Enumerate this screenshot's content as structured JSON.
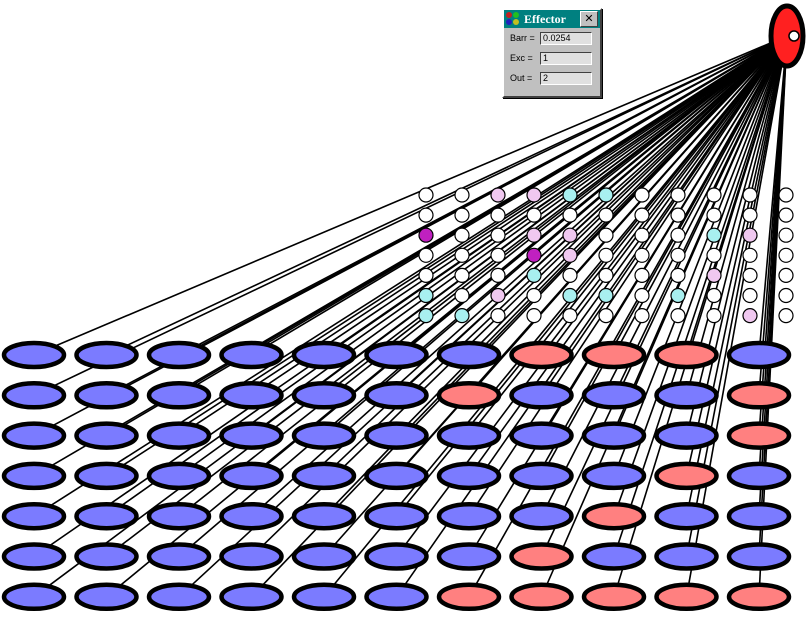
{
  "effector": {
    "title": "Effector",
    "close_label": "✕",
    "fields": [
      {
        "label": "Barr =",
        "value": "0.0254"
      },
      {
        "label": "Exc =",
        "value": "1"
      },
      {
        "label": "Out =",
        "value": "2"
      }
    ]
  },
  "colors": {
    "blue": "#7b7bff",
    "red": "#ff8080",
    "pink": "#f0c8f0",
    "magenta": "#c020c0",
    "cyan": "#a8f0f0",
    "white": "#ffffff",
    "effector_red": "#ff2020"
  },
  "output_grid": [
    [
      "b",
      "b",
      "b",
      "b",
      "b",
      "b",
      "b",
      "r",
      "r",
      "r",
      "b"
    ],
    [
      "b",
      "b",
      "b",
      "b",
      "b",
      "b",
      "r",
      "b",
      "b",
      "b",
      "r"
    ],
    [
      "b",
      "b",
      "b",
      "b",
      "b",
      "b",
      "b",
      "b",
      "b",
      "b",
      "r"
    ],
    [
      "b",
      "b",
      "b",
      "b",
      "b",
      "b",
      "b",
      "b",
      "b",
      "r",
      "b"
    ],
    [
      "b",
      "b",
      "b",
      "b",
      "b",
      "b",
      "b",
      "b",
      "r",
      "b",
      "b"
    ],
    [
      "b",
      "b",
      "b",
      "b",
      "b",
      "b",
      "b",
      "r",
      "b",
      "b",
      "b"
    ],
    [
      "b",
      "b",
      "b",
      "b",
      "b",
      "b",
      "r",
      "r",
      "r",
      "r",
      "r"
    ]
  ],
  "input_grid": [
    [
      "w",
      "w",
      "p",
      "p",
      "c",
      "c",
      "w",
      "w",
      "w",
      "w",
      "w"
    ],
    [
      "w",
      "w",
      "w",
      "w",
      "w",
      "w",
      "w",
      "w",
      "w",
      "w",
      "w"
    ],
    [
      "m",
      "w",
      "w",
      "p",
      "p",
      "w",
      "w",
      "w",
      "c",
      "p",
      "w"
    ],
    [
      "w",
      "w",
      "w",
      "m",
      "p",
      "w",
      "w",
      "w",
      "w",
      "w",
      "w"
    ],
    [
      "w",
      "w",
      "w",
      "c",
      "w",
      "w",
      "w",
      "w",
      "p",
      "w",
      "w"
    ],
    [
      "c",
      "w",
      "p",
      "w",
      "c",
      "c",
      "w",
      "c",
      "w",
      "w",
      "w"
    ],
    [
      "c",
      "c",
      "w",
      "w",
      "w",
      "w",
      "w",
      "w",
      "w",
      "p",
      "w"
    ]
  ]
}
